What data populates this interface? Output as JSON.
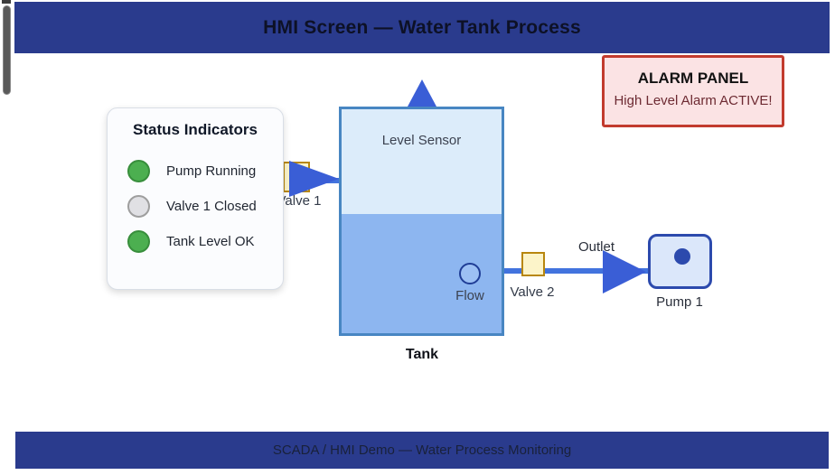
{
  "header": {
    "title": "HMI Screen — Water Tank Process"
  },
  "alarm_panel": {
    "title": "ALARM PANEL",
    "message": "High Level Alarm ACTIVE!"
  },
  "status_panel": {
    "title": "Status Indicators",
    "indicators": [
      {
        "label": "Pump Running",
        "state": "on"
      },
      {
        "label": "Valve 1 Closed",
        "state": "off"
      },
      {
        "label": "Tank Level OK",
        "state": "on"
      }
    ]
  },
  "diagram": {
    "tank_label": "Tank",
    "level_sensor_label": "Level Sensor",
    "flow_label": "Flow",
    "valve1_label": "Valve 1",
    "valve2_label": "Valve 2",
    "outlet_label": "Outlet",
    "pump_label": "Pump 1",
    "tank_level_percent": 52
  },
  "footer": {
    "text": "SCADA / HMI Demo — Water Process Monitoring"
  },
  "colors": {
    "bar_blue": "#2a3b8d",
    "arrow_blue": "#3a5ed6",
    "pipe_blue": "#4273de",
    "tank_border": "#4886c2",
    "tank_empty": "#dcecfa",
    "tank_water": "#8db6f0",
    "valve_fill": "#fcf4c9",
    "valve_border": "#b8870e",
    "pump_fill": "#dbe7fa",
    "pump_border": "#2c4aad",
    "alarm_bg": "#fbe3e4",
    "alarm_border": "#c23b2e",
    "indicator_on": "#4caf50",
    "indicator_off": "#e0e0e4"
  }
}
